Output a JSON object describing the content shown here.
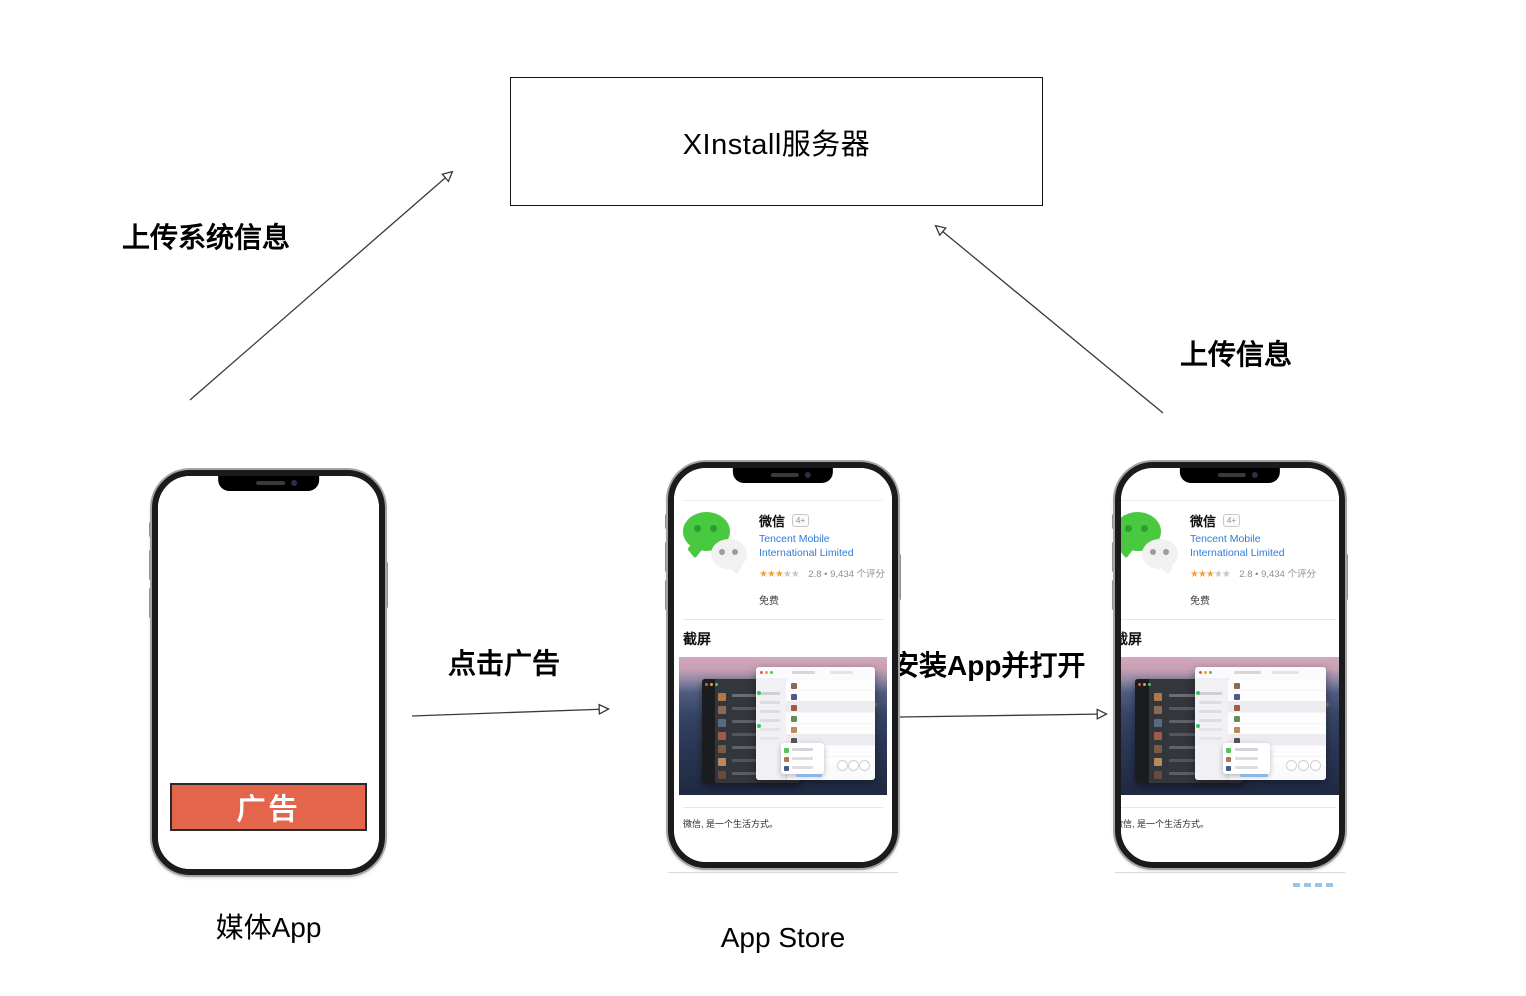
{
  "diagram": {
    "server_label": "XInstall服务器",
    "labels": {
      "upload_system_info": "上传系统信息",
      "click_ad": "点击广告",
      "install_and_open": "安装App并打开",
      "upload_info": "上传信息"
    },
    "media_phone": {
      "ad_banner": "广告",
      "caption": "媒体App"
    },
    "appstore_caption": "App Store"
  },
  "appstore": {
    "app_name": "微信",
    "age_badge": "4+",
    "developer": "Tencent Mobile International Limited",
    "stars_filled": "★★★",
    "stars_empty": "★★",
    "rating_text": "2.8 • 9,434 个评分",
    "price": "免费",
    "screenshots_header": "截屏",
    "tagline": "微信, 是一个生活方式。"
  },
  "colors": {
    "ad_banner": "#e2654c",
    "developer_link": "#2e7cd6",
    "star_orange": "#f6a23b",
    "star_gray": "#c7c7cc",
    "wechat_green": "#48c93f",
    "arrow": "#3a3a3a"
  }
}
